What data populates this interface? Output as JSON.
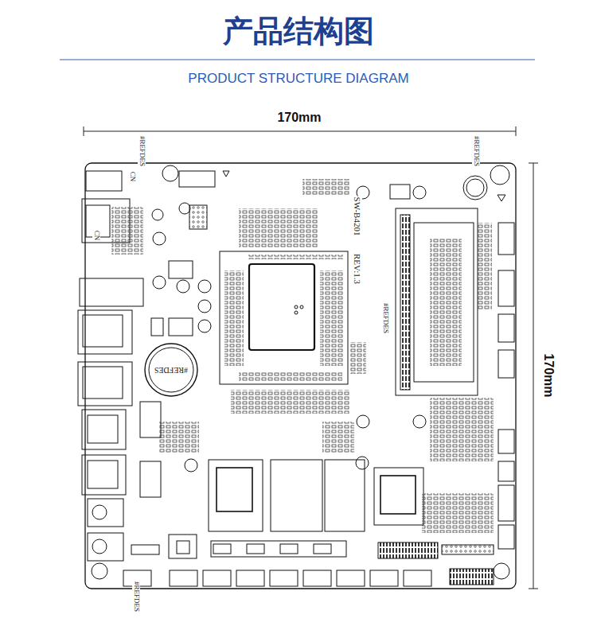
{
  "diagram": {
    "title": "产品结构图",
    "labels": [
      "PRODUCT STRUCTURE DIAGRAM",
      "170mm",
      "170mm",
      "#REFDES",
      "#REFDES",
      "SW-B4201",
      "REV:1.3",
      "#REFDES",
      "#REFDES",
      "#REFDES",
      "CN",
      "CN"
    ]
  }
}
